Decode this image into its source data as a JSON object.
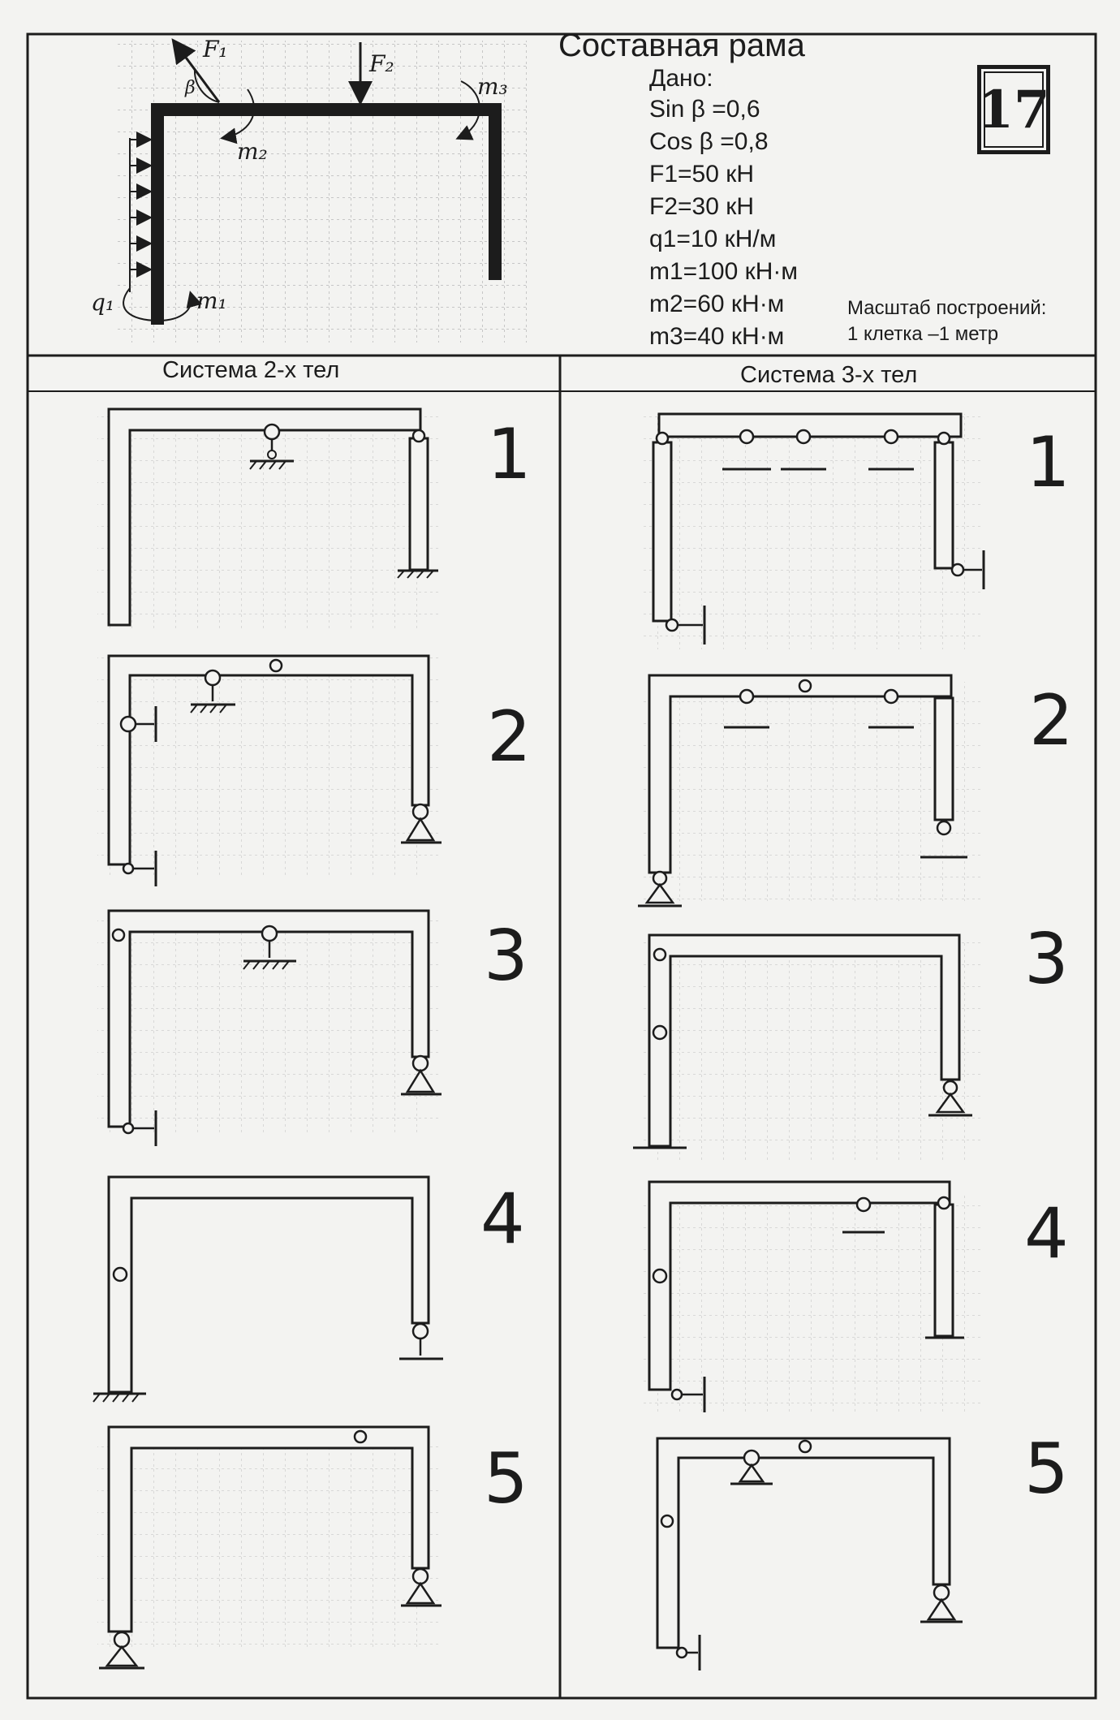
{
  "header": {
    "title": "Составная рама",
    "given_label": "Дано:",
    "given": [
      "Sin β =0,6",
      "Cos β =0,8",
      "F1=50 кН",
      "F2=30 кН",
      "q1=10 кН/м",
      "m1=100 кН·м",
      "m2=60 кН·м",
      "m3=40 кН·м"
    ],
    "scale_line1": "Масштаб построений:",
    "scale_line2": "1 клетка –1 метр",
    "variant": "17"
  },
  "main_diagram": {
    "labels": {
      "F1": "F₁",
      "F2": "F₂",
      "m1": "m₁",
      "m2": "m₂",
      "m3": "m₃",
      "q1": "q₁",
      "beta": "β"
    }
  },
  "columns": {
    "left": {
      "title": "Система 2-х тел",
      "numbers": [
        "1",
        "2",
        "3",
        "4",
        "5"
      ]
    },
    "right": {
      "title": "Система 3-х тел",
      "numbers": [
        "1",
        "2",
        "3",
        "4",
        "5"
      ]
    }
  }
}
